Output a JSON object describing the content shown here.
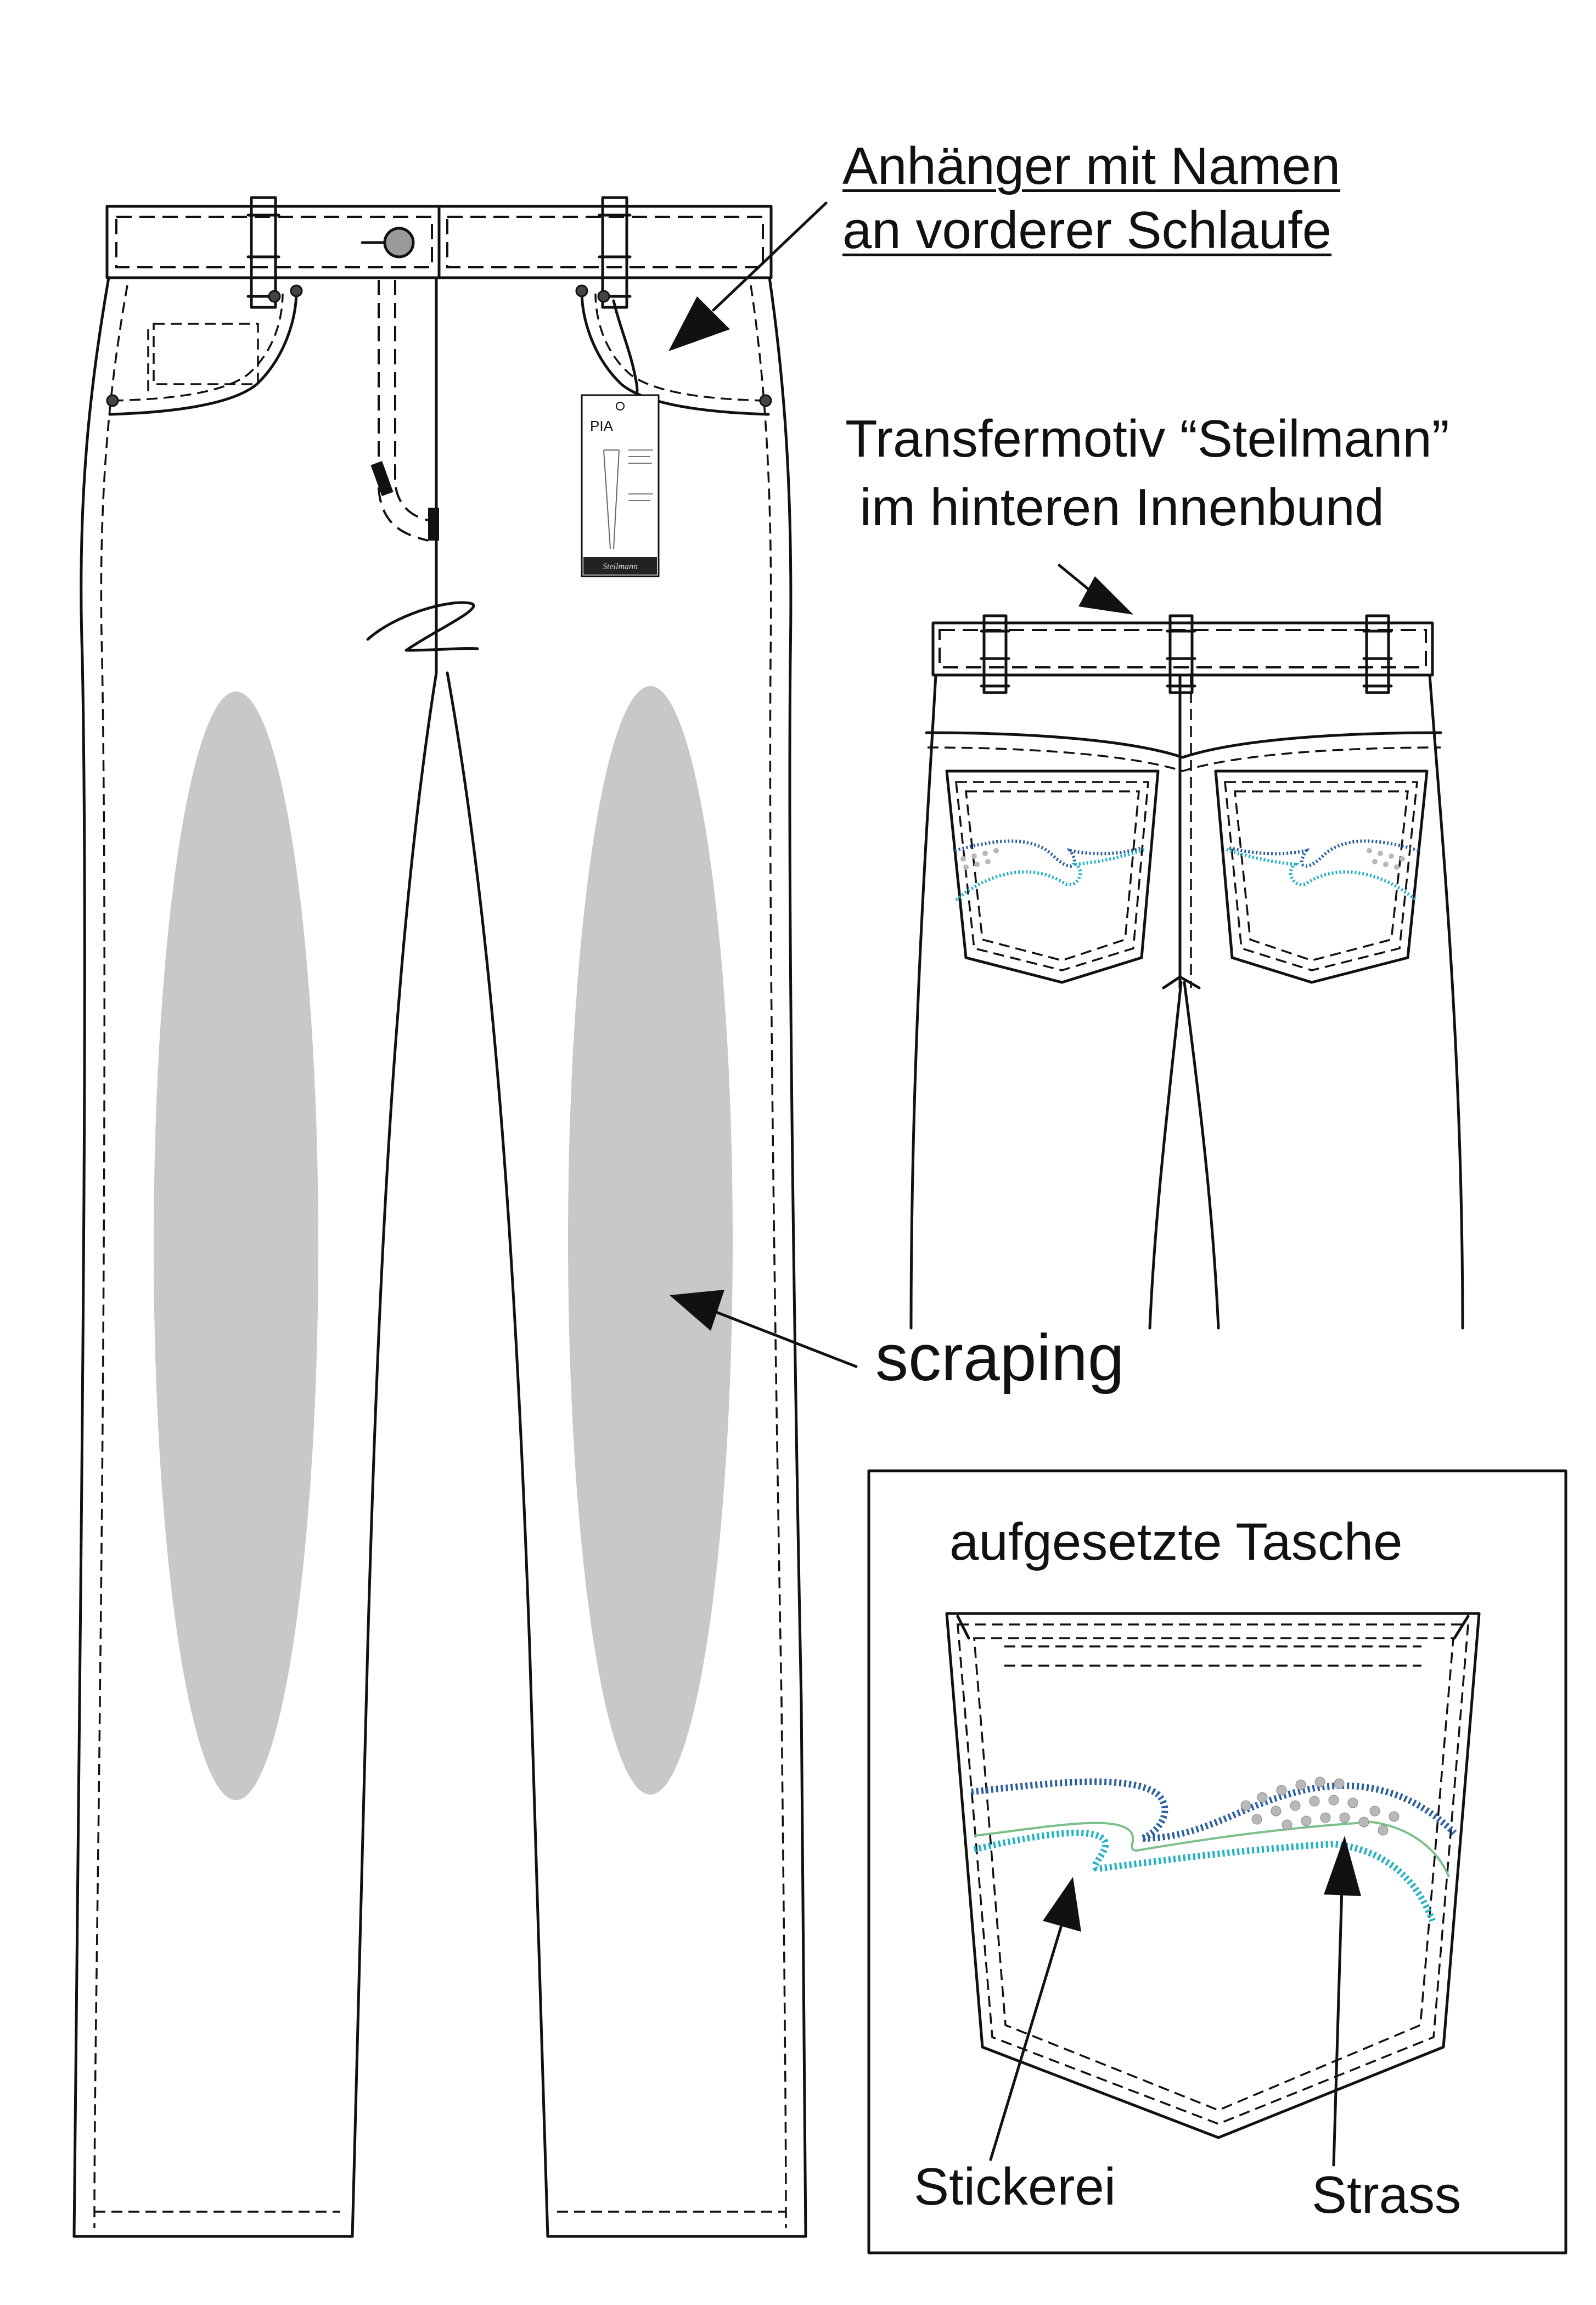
{
  "callouts": {
    "tag_line1": "Anhänger mit Namen ",
    "tag_line2": "an vorderer Schlaufe",
    "transfer_line1": "Transfermotiv “Steilmann”",
    "transfer_line2": " im hinteren Innenbund",
    "scraping": "scraping",
    "inset_title": "aufgesetzte Tasche",
    "embroidery": "Stickerei",
    "rhinestone": "Strass"
  },
  "hang_tag": {
    "name": "PIA",
    "brand": "Steilmann"
  },
  "colors": {
    "outline": "#111111",
    "scraping_fill": "#c8c8c8",
    "embroidery_dark": "#2a5fa0",
    "embroidery_light": "#1fb3c4",
    "rhinestone": "#b8b8b8"
  }
}
